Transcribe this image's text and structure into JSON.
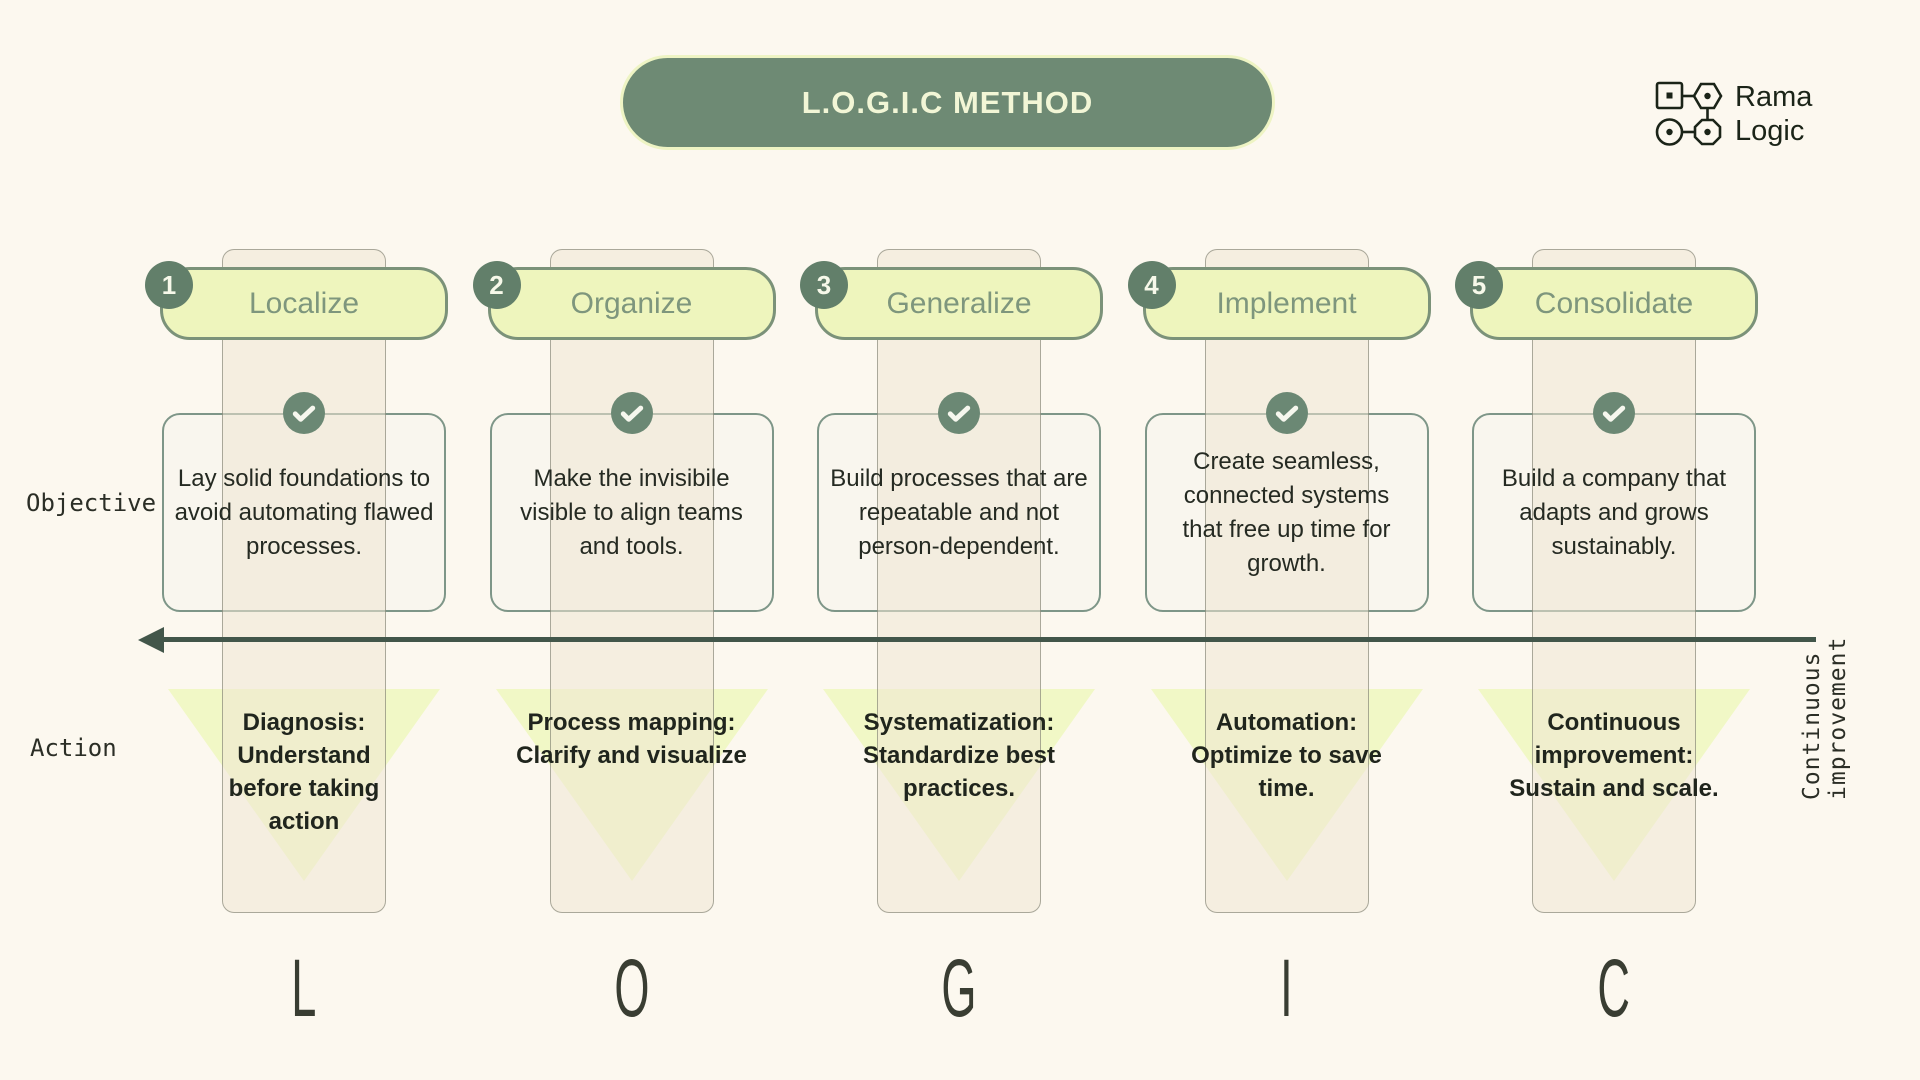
{
  "title": "L.O.G.I.C METHOD",
  "logo": {
    "line1": "Rama",
    "line2": "Logic"
  },
  "side_labels": {
    "objective": "Objective",
    "action": "Action",
    "vertical": "Continuous improvement"
  },
  "columns": [
    {
      "number": "1",
      "title": "Localize",
      "letter": "L",
      "objective": "Lay solid foundations to\navoid automating flawed\nprocesses.",
      "action": "Diagnosis:\nUnderstand\nbefore taking\naction"
    },
    {
      "number": "2",
      "title": "Organize",
      "letter": "O",
      "objective": "Make the invisibile\nvisible to align teams\nand tools.",
      "action": "Process mapping:\nClarify and visualize"
    },
    {
      "number": "3",
      "title": "Generalize",
      "letter": "G",
      "objective": "Build processes that are\nrepeatable and not\nperson-dependent.",
      "action": "Systematization:\nStandardize best\npractices."
    },
    {
      "number": "4",
      "title": "Implement",
      "letter": "I",
      "objective": "Create seamless,\nconnected systems\nthat free up time for\ngrowth.",
      "action": "Automation:\nOptimize to save\ntime."
    },
    {
      "number": "5",
      "title": "Consolidate",
      "letter": "C",
      "objective": "Build a company that\nadapts and grows\nsustainably.",
      "action": "Continuous\nimprovement:\nSustain and scale."
    }
  ],
  "colors": {
    "background": "#fcf8ef",
    "title_fill": "#6e8a74",
    "pill_fill": "#eef5bd",
    "pill_border": "#7b9279",
    "pill_text": "#7e967d",
    "badge_fill": "#627f6a",
    "card_border": "#7e9688",
    "check_fill": "#6b8874",
    "arrow": "#42564a",
    "triangle_fill": "#f1f8c6",
    "strip_fill": "#f0e9dc",
    "text_dark": "#20251d"
  }
}
